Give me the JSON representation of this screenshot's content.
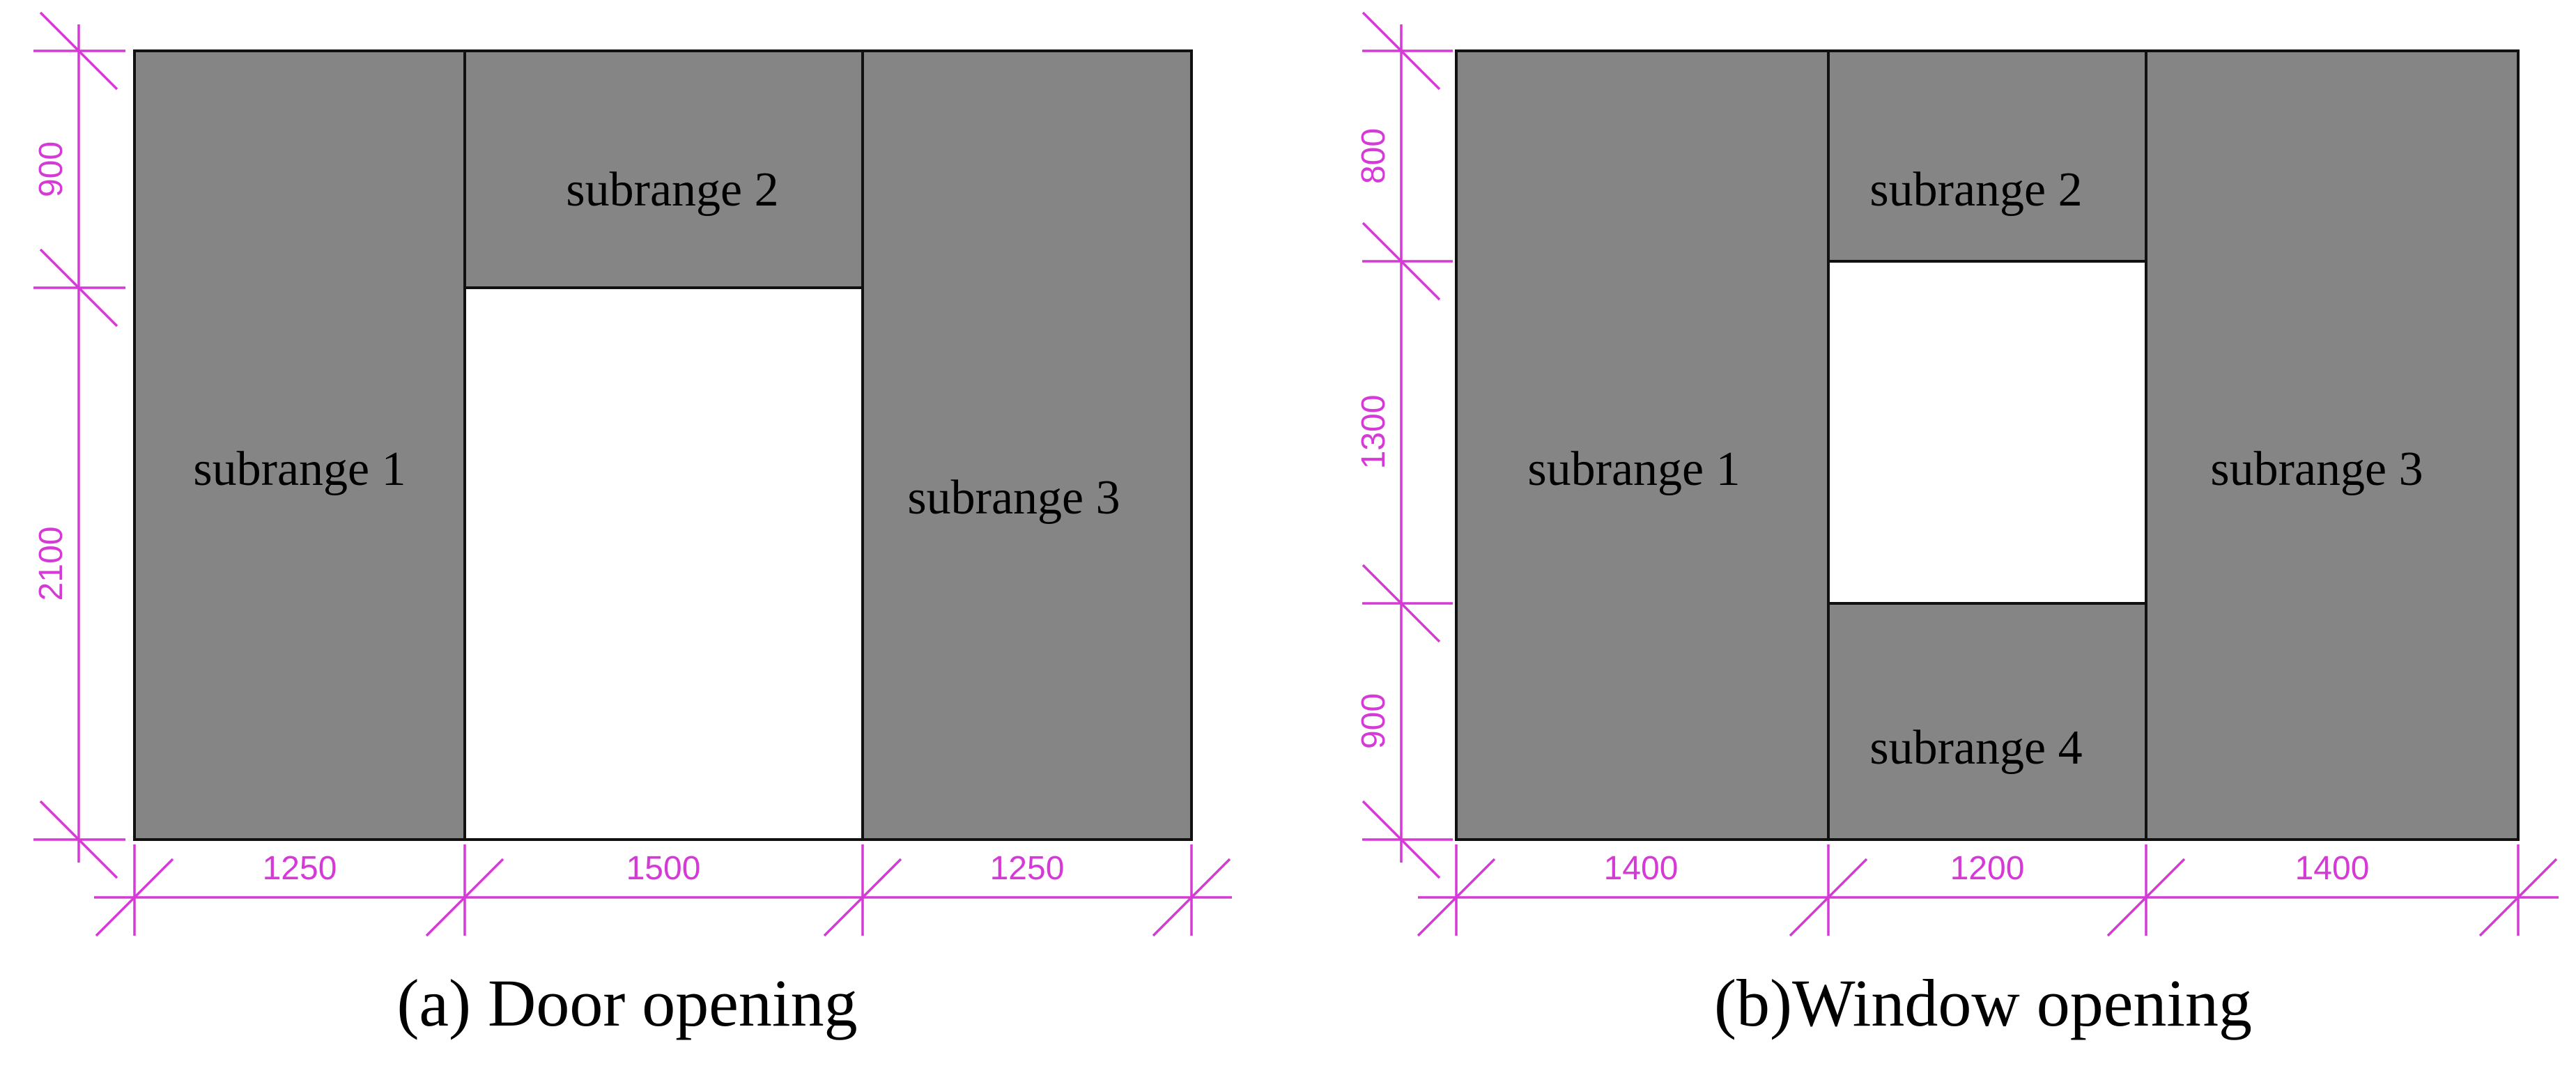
{
  "colors": {
    "wall_fill": "#858585",
    "outline": "#111111",
    "dimension": "#d63ad6",
    "background": "#ffffff"
  },
  "door": {
    "caption": "(a) Door opening",
    "subranges": [
      {
        "label": "subrange 1"
      },
      {
        "label": "subrange 2"
      },
      {
        "label": "subrange 3"
      }
    ],
    "widths": [
      1250,
      1500,
      1250
    ],
    "heights": [
      900,
      2100
    ],
    "width_labels": [
      "1250",
      "1500",
      "1250"
    ],
    "height_labels": [
      "900",
      "2100"
    ]
  },
  "window": {
    "caption": "(b)Window opening",
    "subranges": [
      {
        "label": "subrange 1"
      },
      {
        "label": "subrange 2"
      },
      {
        "label": "subrange 3"
      },
      {
        "label": "subrange 4"
      }
    ],
    "widths": [
      1400,
      1200,
      1400
    ],
    "heights": [
      800,
      1300,
      900
    ],
    "width_labels": [
      "1400",
      "1200",
      "1400"
    ],
    "height_labels": [
      "800",
      "1300",
      "900"
    ]
  }
}
